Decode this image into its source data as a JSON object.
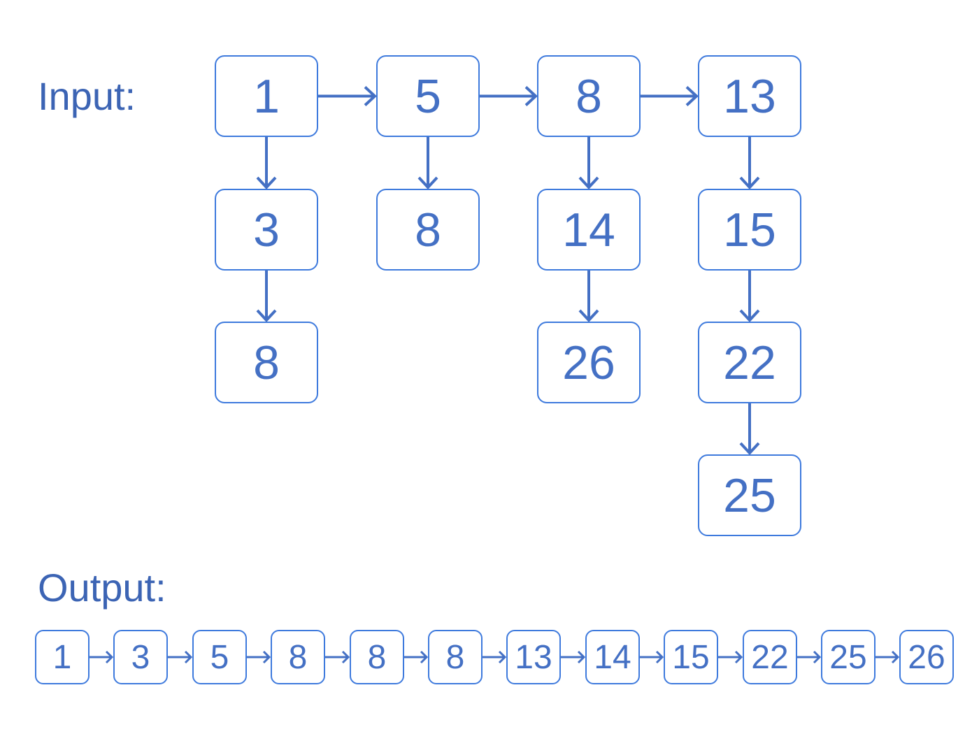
{
  "colors": {
    "background": "#ffffff",
    "box_border": "#3e7add",
    "box_text": "#4470c4",
    "arrow": "#4470c4",
    "label_text": "#3c64b4"
  },
  "input_section": {
    "label": "Input:",
    "columns": [
      {
        "head": "1",
        "children": [
          "3",
          "8"
        ]
      },
      {
        "head": "5",
        "children": [
          "8"
        ]
      },
      {
        "head": "8",
        "children": [
          "14",
          "26"
        ]
      },
      {
        "head": "13",
        "children": [
          "15",
          "22",
          "25"
        ]
      }
    ]
  },
  "output_section": {
    "label": "Output:",
    "values": [
      "1",
      "3",
      "5",
      "8",
      "8",
      "8",
      "13",
      "14",
      "15",
      "22",
      "25",
      "26"
    ]
  }
}
